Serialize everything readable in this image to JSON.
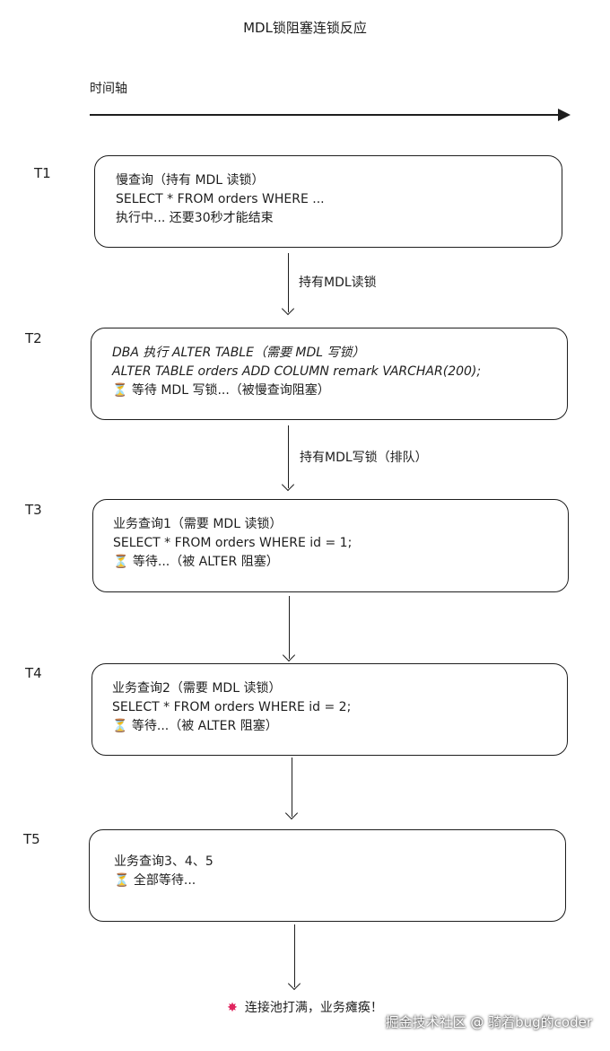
{
  "title": "MDL锁阻塞连锁反应",
  "axis_label": "时间轴",
  "steps": [
    {
      "t": "T1",
      "lines": [
        "慢查询（持有 MDL 读锁）",
        "SELECT * FROM orders WHERE ...",
        "执行中... 还要30秒才能结束"
      ]
    },
    {
      "t": "T2",
      "lines": [
        "DBA 执行 ALTER TABLE（需要 MDL 写锁）",
        "ALTER TABLE orders ADD COLUMN remark VARCHAR(200);",
        "⏳ 等待 MDL 写锁...（被慢查询阻塞）"
      ]
    },
    {
      "t": "T3",
      "lines": [
        "业务查询1（需要 MDL 读锁）",
        "SELECT * FROM orders WHERE id = 1;",
        "⏳ 等待...（被 ALTER 阻塞）"
      ]
    },
    {
      "t": "T4",
      "lines": [
        "业务查询2（需要 MDL 读锁）",
        "SELECT * FROM orders WHERE id = 2;",
        "⏳ 等待...（被 ALTER 阻塞）"
      ]
    },
    {
      "t": "T5",
      "lines": [
        "业务查询3、4、5",
        "⏳ 全部等待..."
      ]
    }
  ],
  "arrow_labels": [
    "持有MDL读锁",
    "持有MDL写锁（排队）"
  ],
  "final": {
    "icon": "✸",
    "text": "连接池打满，业务瘫痪！"
  },
  "watermark": "掘金技术社区 @ 骑着bug的coder"
}
